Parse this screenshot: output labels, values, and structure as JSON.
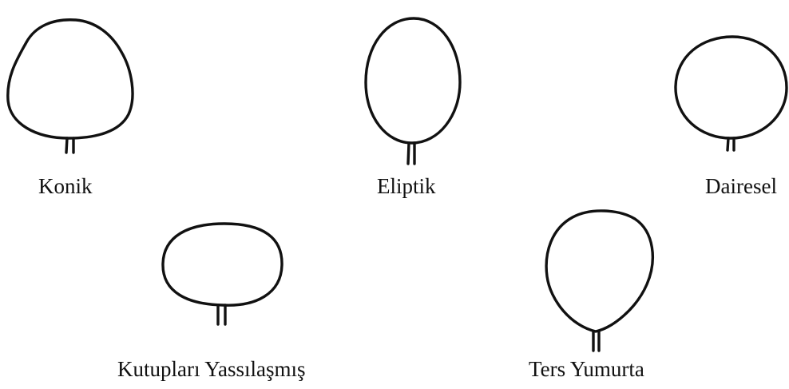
{
  "shapes": [
    {
      "key": "konik",
      "label": "Konik"
    },
    {
      "key": "eliptik",
      "label": "Eliptik"
    },
    {
      "key": "dairesel",
      "label": "Dairesel"
    },
    {
      "key": "kutup",
      "label": "Kutupları Yassılaşmış"
    },
    {
      "key": "ters",
      "label": "Ters Yumurta"
    }
  ],
  "colors": {
    "line": "#111111",
    "background": "#ffffff"
  }
}
